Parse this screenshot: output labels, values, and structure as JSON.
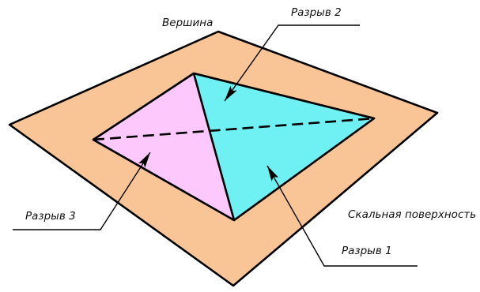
{
  "colors": {
    "rock_surface": "#f9c496",
    "rupture_1": "#6ff1f4",
    "rupture_3": "#fdc8fb",
    "outline": "#000000"
  },
  "labels": {
    "apex": "Вершина",
    "rupture_2": "Разрыв 2",
    "rupture_3": "Разрыв 3",
    "rock_surface": "Скальная поверхность",
    "rupture_1": "Разрыв 1"
  }
}
